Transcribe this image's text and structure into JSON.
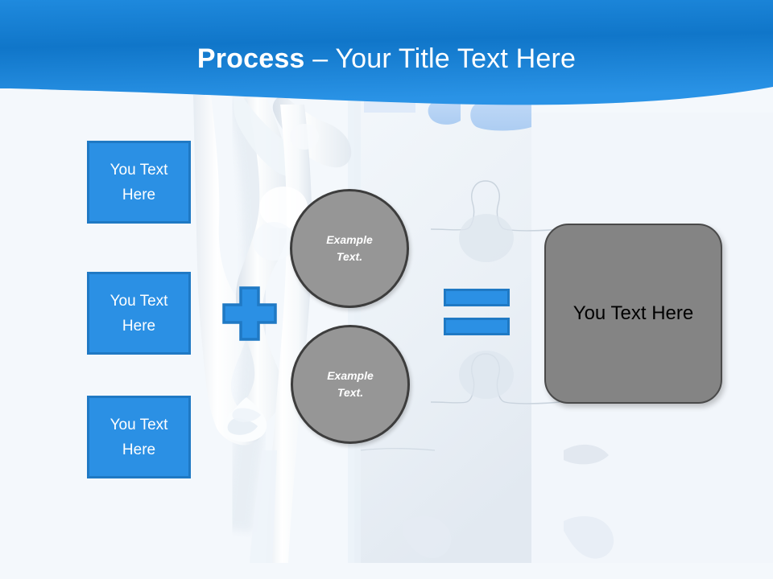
{
  "slide": {
    "background_color": "#f4f8fc",
    "accent_color": "#2b90e4",
    "accent_dark_color": "#1f79c4",
    "gray_color": "#969696",
    "gray_dark_color": "#848484"
  },
  "header": {
    "title_strong": "Process",
    "title_dash": " – ",
    "title_rest": "Your Title Text Here",
    "banner_color_top": "#1172c7",
    "banner_color_bottom": "#1f86da"
  },
  "inputs": {
    "boxes": [
      {
        "label": "You Text\nHere"
      },
      {
        "label": "You Text\nHere"
      },
      {
        "label": "You Text\nHere"
      }
    ]
  },
  "operators": {
    "plus": "+",
    "equals": "="
  },
  "modifiers": {
    "circles": [
      {
        "label": "Example\nText."
      },
      {
        "label": "Example\nText."
      }
    ]
  },
  "result": {
    "label": "You Text Here"
  },
  "background_art": {
    "description": "white 3d figure standing among white jigsaw puzzle pieces",
    "puzzle_piece_color": "#eef3f8",
    "puzzle_highlight_color": "#b7d3f5",
    "figure_color": "#ffffff"
  }
}
